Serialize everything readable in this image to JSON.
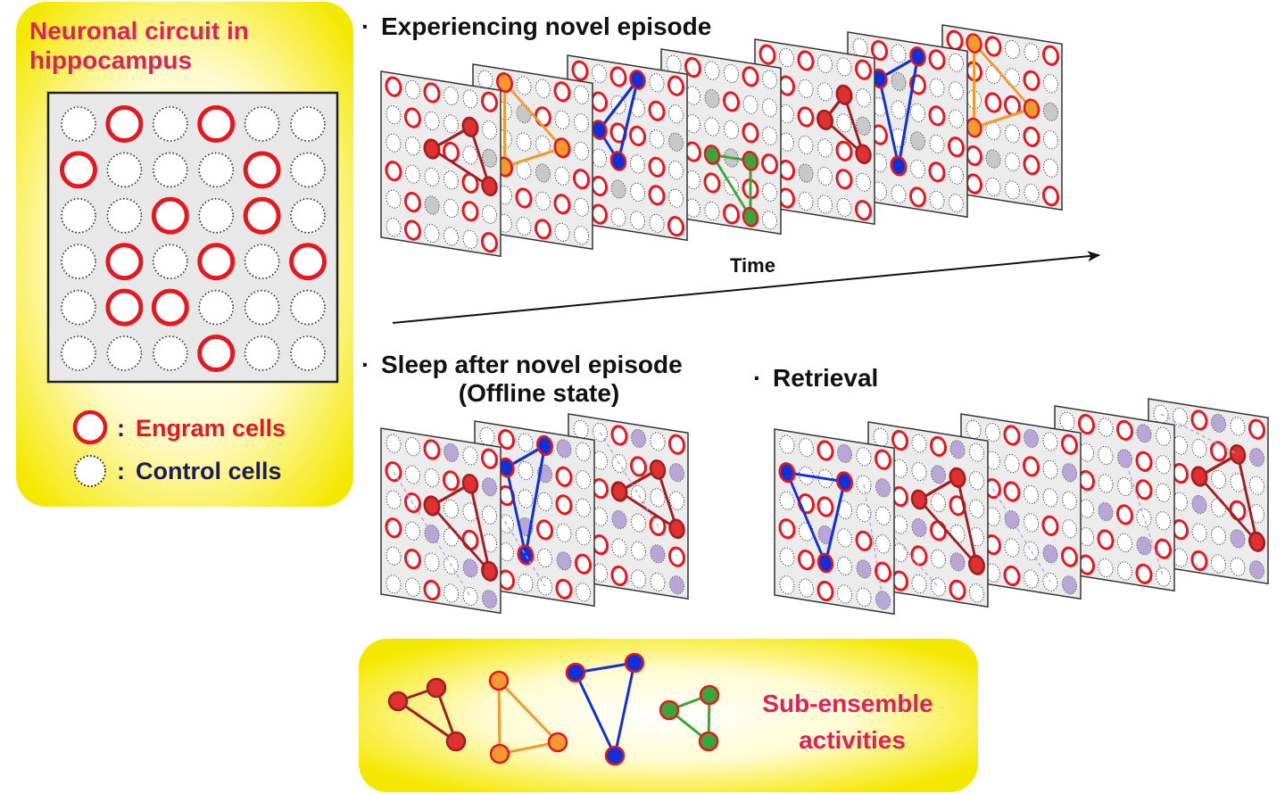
{
  "left_panel": {
    "title_line1": "Neuronal circuit in",
    "title_line2": "hippocampus",
    "engram_grid": [
      [
        0,
        1,
        0,
        1,
        0,
        0
      ],
      [
        1,
        0,
        0,
        0,
        1,
        0
      ],
      [
        0,
        0,
        1,
        0,
        1,
        0
      ],
      [
        0,
        1,
        0,
        1,
        0,
        1
      ],
      [
        0,
        1,
        1,
        0,
        0,
        0
      ],
      [
        0,
        0,
        0,
        1,
        0,
        0
      ]
    ],
    "legend_engram_colon": ":",
    "legend_engram_label": "Engram cells",
    "legend_control_colon": ":",
    "legend_control_label": "Control cells"
  },
  "sections": {
    "experiencing_bullet": "·",
    "experiencing_title": "Experiencing novel episode",
    "time_label": "Time",
    "sleep_bullet": "·",
    "sleep_title_line1": "Sleep after novel episode",
    "sleep_title_line2": "(Offline state)",
    "retrieval_bullet": "·",
    "retrieval_title": "Retrieval"
  },
  "legend_box": {
    "label_line1": "Sub-ensemble",
    "label_line2": "activities"
  },
  "colors": {
    "engram_red": "#e5171f",
    "red_fill": "#e03030",
    "orange": "#f29a2e",
    "blue": "#1230d8",
    "green": "#3aa63a",
    "purple": "#b9a6d6",
    "gray_fill": "#c8c8c8",
    "panel_yellow": "#f5e800",
    "title_magenta": "#e0205a",
    "navy_text": "#1c1c5a"
  }
}
